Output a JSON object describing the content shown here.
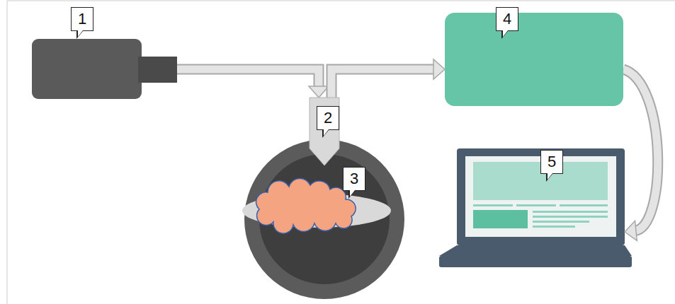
{
  "diagram": {
    "nodes": [
      {
        "text": [
          "1"
        ]
      },
      {
        "text": [
          "2"
        ]
      },
      {
        "text": [
          "3"
        ]
      },
      {
        "text": [
          "4"
        ]
      },
      {
        "text": [
          "5"
        ]
      }
    ],
    "edges": [
      {
        "from": 0,
        "to": 1,
        "arrow": "to"
      },
      {
        "from": 1,
        "to": 3,
        "arrow": "to"
      },
      {
        "from": 3,
        "to": 4,
        "arrow": "to"
      }
    ]
  }
}
